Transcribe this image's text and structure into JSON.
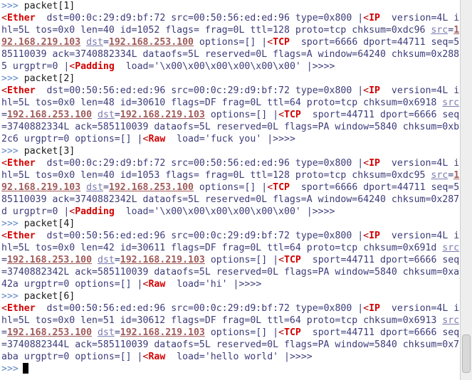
{
  "console": {
    "prompt": ">>>",
    "lines": [
      [
        {
          "c": "prompt",
          "t": ">>> "
        },
        {
          "c": "cmd",
          "t": "packet[1]"
        }
      ],
      [
        {
          "c": "lt",
          "t": "<"
        },
        {
          "c": "layer",
          "t": "Ether"
        },
        {
          "c": "txt",
          "t": "  dst=00:0c:29:d9:bf:72 src=00:50:56:ed:ed:96 type=0x800 |"
        },
        {
          "c": "lt",
          "t": "<"
        },
        {
          "c": "layer",
          "t": "IP"
        },
        {
          "c": "txt",
          "t": "  version=4L i"
        }
      ],
      [
        {
          "c": "txt",
          "t": "hl=5L tos=0x0 len=40 id=1052 flags= frag=0L ttl=128 proto=tcp chksum=0xdc96 "
        },
        {
          "c": "ipu",
          "t": "src"
        },
        {
          "c": "txt",
          "t": "="
        },
        {
          "c": "ip",
          "t": "1"
        }
      ],
      [
        {
          "c": "ip",
          "t": "92.168.219.103"
        },
        {
          "c": "txt",
          "t": " "
        },
        {
          "c": "ipu",
          "t": "dst"
        },
        {
          "c": "txt",
          "t": "="
        },
        {
          "c": "ip",
          "t": "192.168.253.100"
        },
        {
          "c": "txt",
          "t": " options=[] |"
        },
        {
          "c": "lt",
          "t": "<"
        },
        {
          "c": "layer",
          "t": "TCP"
        },
        {
          "c": "txt",
          "t": "  sport=6666 dport=44711 seq=5"
        }
      ],
      [
        {
          "c": "txt",
          "t": "85110039 ack=3740882334L dataofs=5L reserved=0L flags=A window=64240 chksum=0x288"
        }
      ],
      [
        {
          "c": "txt",
          "t": "5 urgptr=0 |"
        },
        {
          "c": "lt",
          "t": "<"
        },
        {
          "c": "layer",
          "t": "Padding"
        },
        {
          "c": "txt",
          "t": "  load='\\x00\\x00\\x00\\x00\\x00\\x00' |>>>>"
        }
      ],
      [
        {
          "c": "prompt",
          "t": ">>> "
        },
        {
          "c": "cmd",
          "t": "packet[2]"
        }
      ],
      [
        {
          "c": "lt",
          "t": "<"
        },
        {
          "c": "layer",
          "t": "Ether"
        },
        {
          "c": "txt",
          "t": "  dst=00:50:56:ed:ed:96 src=00:0c:29:d9:bf:72 type=0x800 |"
        },
        {
          "c": "lt",
          "t": "<"
        },
        {
          "c": "layer",
          "t": "IP"
        },
        {
          "c": "txt",
          "t": "  version=4L i"
        }
      ],
      [
        {
          "c": "txt",
          "t": "hl=5L tos=0x0 len=48 id=30610 flags=DF frag=0L ttl=64 proto=tcp chksum=0x6918 "
        },
        {
          "c": "ipu",
          "t": "src"
        }
      ],
      [
        {
          "c": "txt",
          "t": "="
        },
        {
          "c": "ip",
          "t": "192.168.253.100"
        },
        {
          "c": "txt",
          "t": " "
        },
        {
          "c": "ipu",
          "t": "dst"
        },
        {
          "c": "txt",
          "t": "="
        },
        {
          "c": "ip",
          "t": "192.168.219.103"
        },
        {
          "c": "txt",
          "t": " options=[] |"
        },
        {
          "c": "lt",
          "t": "<"
        },
        {
          "c": "layer",
          "t": "TCP"
        },
        {
          "c": "txt",
          "t": "  sport=44711 dport=6666 seq"
        }
      ],
      [
        {
          "c": "txt",
          "t": "=3740882334L ack=585110039 dataofs=5L reserved=0L flags=PA window=5840 chksum=0xb"
        }
      ],
      [
        {
          "c": "txt",
          "t": "2c6 urgptr=0 options=[] |"
        },
        {
          "c": "lt",
          "t": "<"
        },
        {
          "c": "layer",
          "t": "Raw"
        },
        {
          "c": "txt",
          "t": "  load='fuck you' |>>>>"
        }
      ],
      [
        {
          "c": "prompt",
          "t": ">>> "
        },
        {
          "c": "cmd",
          "t": "packet[3]"
        }
      ],
      [
        {
          "c": "lt",
          "t": "<"
        },
        {
          "c": "layer",
          "t": "Ether"
        },
        {
          "c": "txt",
          "t": "  dst=00:0c:29:d9:bf:72 src=00:50:56:ed:ed:96 type=0x800 |"
        },
        {
          "c": "lt",
          "t": "<"
        },
        {
          "c": "layer",
          "t": "IP"
        },
        {
          "c": "txt",
          "t": "  version=4L i"
        }
      ],
      [
        {
          "c": "txt",
          "t": "hl=5L tos=0x0 len=40 id=1053 flags= frag=0L ttl=128 proto=tcp chksum=0xdc95 "
        },
        {
          "c": "ipu",
          "t": "src"
        },
        {
          "c": "txt",
          "t": "="
        },
        {
          "c": "ip",
          "t": "1"
        }
      ],
      [
        {
          "c": "ip",
          "t": "92.168.219.103"
        },
        {
          "c": "txt",
          "t": " "
        },
        {
          "c": "ipu",
          "t": "dst"
        },
        {
          "c": "txt",
          "t": "="
        },
        {
          "c": "ip",
          "t": "192.168.253.100"
        },
        {
          "c": "txt",
          "t": " options=[] |"
        },
        {
          "c": "lt",
          "t": "<"
        },
        {
          "c": "layer",
          "t": "TCP"
        },
        {
          "c": "txt",
          "t": "  sport=6666 dport=44711 seq=5"
        }
      ],
      [
        {
          "c": "txt",
          "t": "85110039 ack=3740882342L dataofs=5L reserved=0L flags=A window=64240 chksum=0x287"
        }
      ],
      [
        {
          "c": "txt",
          "t": "d urgptr=0 |"
        },
        {
          "c": "lt",
          "t": "<"
        },
        {
          "c": "layer",
          "t": "Padding"
        },
        {
          "c": "txt",
          "t": "  load='\\x00\\x00\\x00\\x00\\x00\\x00' |>>>>"
        }
      ],
      [
        {
          "c": "prompt",
          "t": ">>> "
        },
        {
          "c": "cmd",
          "t": "packet[4]"
        }
      ],
      [
        {
          "c": "lt",
          "t": "<"
        },
        {
          "c": "layer",
          "t": "Ether"
        },
        {
          "c": "txt",
          "t": "  dst=00:50:56:ed:ed:96 src=00:0c:29:d9:bf:72 type=0x800 |"
        },
        {
          "c": "lt",
          "t": "<"
        },
        {
          "c": "layer",
          "t": "IP"
        },
        {
          "c": "txt",
          "t": "  version=4L i"
        }
      ],
      [
        {
          "c": "txt",
          "t": "hl=5L tos=0x0 len=42 id=30611 flags=DF frag=0L ttl=64 proto=tcp chksum=0x691d "
        },
        {
          "c": "ipu",
          "t": "src"
        }
      ],
      [
        {
          "c": "txt",
          "t": "="
        },
        {
          "c": "ip",
          "t": "192.168.253.100"
        },
        {
          "c": "txt",
          "t": " "
        },
        {
          "c": "ipu",
          "t": "dst"
        },
        {
          "c": "txt",
          "t": "="
        },
        {
          "c": "ip",
          "t": "192.168.219.103"
        },
        {
          "c": "txt",
          "t": " options=[] |"
        },
        {
          "c": "lt",
          "t": "<"
        },
        {
          "c": "layer",
          "t": "TCP"
        },
        {
          "c": "txt",
          "t": "  sport=44711 dport=6666 seq"
        }
      ],
      [
        {
          "c": "txt",
          "t": "=3740882342L ack=585110039 dataofs=5L reserved=0L flags=PA window=5840 chksum=0xa"
        }
      ],
      [
        {
          "c": "txt",
          "t": "42a urgptr=0 options=[] |"
        },
        {
          "c": "lt",
          "t": "<"
        },
        {
          "c": "layer",
          "t": "Raw"
        },
        {
          "c": "txt",
          "t": "  load='hi' |>>>>"
        }
      ],
      [
        {
          "c": "prompt",
          "t": ">>> "
        },
        {
          "c": "cmd",
          "t": "packet[6]"
        }
      ],
      [
        {
          "c": "lt",
          "t": "<"
        },
        {
          "c": "layer",
          "t": "Ether"
        },
        {
          "c": "txt",
          "t": "  dst=00:50:56:ed:ed:96 src=00:0c:29:d9:bf:72 type=0x800 |"
        },
        {
          "c": "lt",
          "t": "<"
        },
        {
          "c": "layer",
          "t": "IP"
        },
        {
          "c": "txt",
          "t": "  version=4L i"
        }
      ],
      [
        {
          "c": "txt",
          "t": "hl=5L tos=0x0 len=51 id=30612 flags=DF frag=0L ttl=64 proto=tcp chksum=0x6913 "
        },
        {
          "c": "ipu",
          "t": "src"
        }
      ],
      [
        {
          "c": "txt",
          "t": "="
        },
        {
          "c": "ip",
          "t": "192.168.253.100"
        },
        {
          "c": "txt",
          "t": " "
        },
        {
          "c": "ipu",
          "t": "dst"
        },
        {
          "c": "txt",
          "t": "="
        },
        {
          "c": "ip",
          "t": "192.168.219.103"
        },
        {
          "c": "txt",
          "t": " options=[] |"
        },
        {
          "c": "lt",
          "t": "<"
        },
        {
          "c": "layer",
          "t": "TCP"
        },
        {
          "c": "txt",
          "t": "  sport=44711 dport=6666 seq"
        }
      ],
      [
        {
          "c": "txt",
          "t": "=3740882344L ack=585110039 dataofs=5L reserved=0L flags=PA window=5840 chksum=0x7"
        }
      ],
      [
        {
          "c": "txt",
          "t": "aba urgptr=0 options=[] |"
        },
        {
          "c": "lt",
          "t": "<"
        },
        {
          "c": "layer",
          "t": "Raw"
        },
        {
          "c": "txt",
          "t": "  load='hello world' |>>>>"
        }
      ]
    ]
  }
}
